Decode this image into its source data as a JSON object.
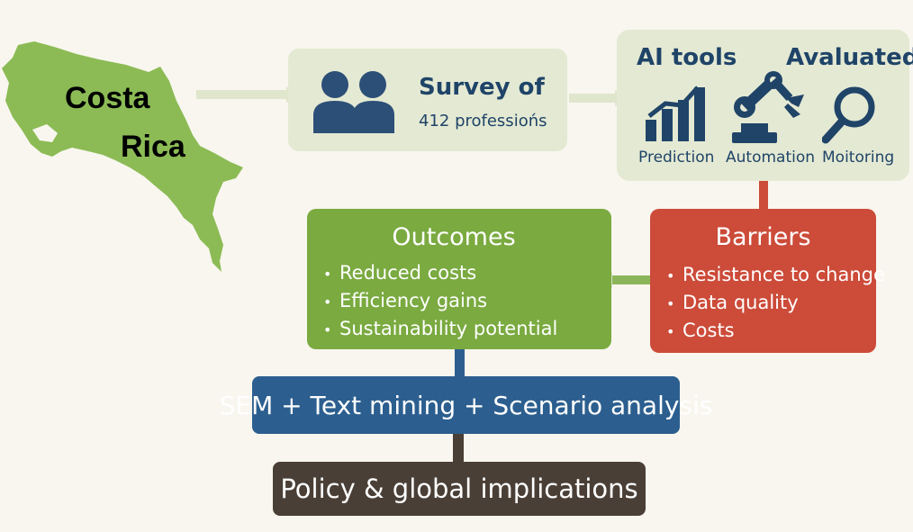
{
  "map": {
    "label_line1": "Costa",
    "label_line2": "Rica"
  },
  "survey": {
    "title": "Survey of",
    "subtitle": "412 professiońs",
    "icon": "people-icon"
  },
  "tools": {
    "heading_left": "AI tools",
    "heading_right": "Avaluated",
    "items": [
      {
        "label": "Prediction",
        "icon": "bar-chart-icon"
      },
      {
        "label": "Automation",
        "icon": "robot-arm-icon"
      },
      {
        "label": "Moitoring",
        "icon": "magnifier-icon"
      }
    ]
  },
  "outcomes": {
    "title": "Outcomes",
    "items": [
      "Reduced costs",
      "Efficiency gains",
      "Sustainability  potential"
    ]
  },
  "barriers": {
    "title": "Barriers",
    "items": [
      "Resistance to change",
      "Data quality",
      "Costs"
    ]
  },
  "methods": {
    "label": "SEM + Text mining + Scenario analysis"
  },
  "policy": {
    "label": "Policy & global implications"
  },
  "colors": {
    "background": "#f8f6ee",
    "light_box": "#e4e9d3",
    "outcomes": "#7aaa40",
    "barriers": "#cc4b39",
    "methods": "#2c5f8f",
    "policy": "#4a3f36",
    "navy_text": "#1f4468",
    "map_green": "#8cbb55"
  }
}
